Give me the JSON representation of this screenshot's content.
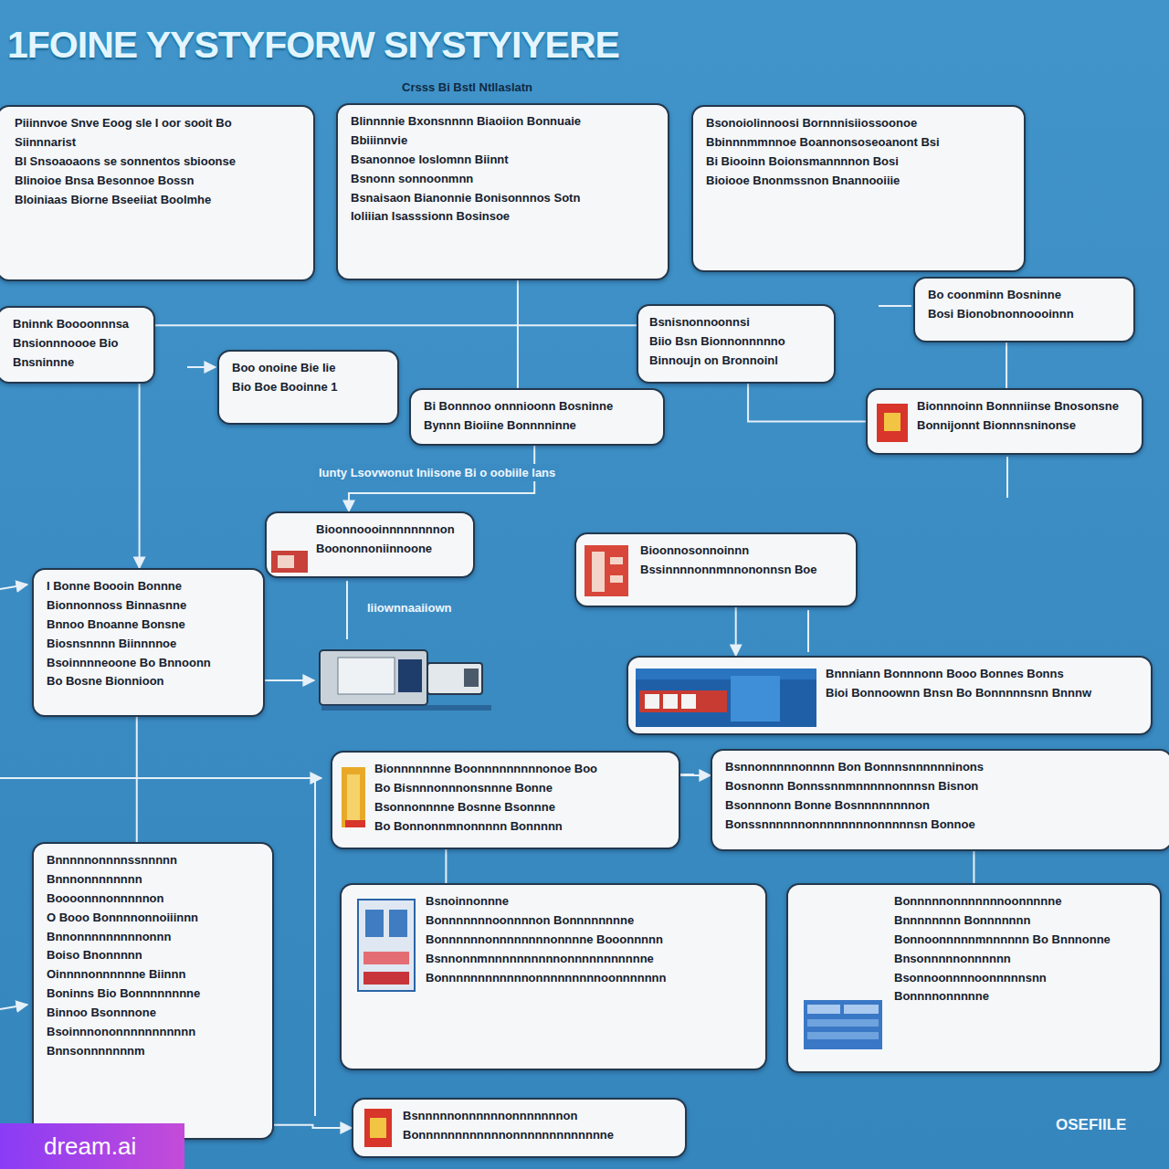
{
  "diagram": {
    "title": "1FOINE YYSTYFORW SIYSTYIYERE",
    "nodes": [
      {
        "text": [
          "Piiinnvoe Snve Eoog sle I oor sooit Bo",
          "Siinnnarist",
          "Bl Snsoaoaons se sonnentos sbioonse",
          "Blinoioe Bnsa Besonnoe Bossn",
          "Bloiniaas Biorne Bseeiiat Boolmhe"
        ]
      },
      {
        "text": [
          "Blinnnnie Bxonsnnnn Biaoiion Bonnuaie",
          "Bbiiinnvie",
          "Bsanonnoe Ioslomnn Biinnt",
          "Bsnonn sonnoonmnn",
          "Bsnaisaon Bianonnie Bonisonnnos Sotn",
          "Ioliiian Isasssionn Bosinsoe"
        ]
      },
      {
        "text": [
          "Bsonoiolinnoosi Bornnnisiiossoonoe",
          "Bbinnnmmnnoe Boannonsoseoanont Bsi",
          "Bi Biooinn Boionsmannnnon Bosi",
          "Bioiooe Bnonmssnon Bnannooiiie"
        ]
      },
      {
        "text": [
          "Bo coonminn Bosninne",
          "Bosi Bionobnonnoooinnn"
        ]
      },
      {
        "text": [
          "Bninnk Boooonnnsa",
          "Bnsionnnoooe Bio",
          "Bnsninnne"
        ]
      },
      {
        "text": [
          "Boo onoine Bie Iie",
          "Bio Boe Booinne 1"
        ]
      },
      {
        "text": [
          "Bsnisnonnoonnsi",
          "Biio Bsn Bionnonnnnno",
          "Binnoujn on Bronnoinl"
        ]
      },
      {
        "text": [
          "Bi Bonnnoo onnnioonn Bosninne",
          "Bynnn Bioiine Bonnnninne"
        ]
      },
      {
        "text": [
          "Bionnnoinn Bonnniinse Bnosonsne",
          "Bonnijonnt Bionnnsninonse"
        ]
      },
      {
        "text": [
          "Bioonnoooinnnnnnnnon",
          "Boononnoniinnoone"
        ]
      },
      {
        "text": [
          "Bioonnosonnoinnn",
          "Bssinnnnonnmnnononnsn Boe"
        ]
      },
      {
        "text": [
          "I Bonne Boooin Bonnne",
          "Bionnonnoss Binnasnne",
          "Bnnoo Bnoanne Bonsne",
          "Biosnsnnnn Biinnnnoe",
          "Bsoinnnneoone Bo Bnnoonn",
          "Bo Bosne Bionnioon"
        ]
      },
      {
        "text": [
          "Bnnniann Bonnnonn Booo Bonnes Bonns",
          "Bioi Bonnoownn Bnsn Bo Bonnnnnsnn Bnnnw"
        ]
      },
      {
        "text": [
          "Bionnnnnnne Boonnnnnnnnnonoe Boo",
          "Bo Bisnnnonnnonsnnne Bonne",
          "Bsonnonnnne Bosnne Bsonnne",
          "Bo Bonnonnmnonnnnn Bonnnnn"
        ]
      },
      {
        "text": [
          "Bsnnonnnnnonnnn Bon Bonnnsnnnnnninons",
          "Bosnonnn Bonnssnnmnnnnnonnnsn Bisnon",
          "Bsonnnonn Bonne Bosnnnnnnnnon",
          "Bonssnnnnnnonnnnnnnnonnnnnsn Bonnoe"
        ]
      },
      {
        "text": [
          "Bnnnnnonnnnssnnnnn",
          "Bnnnonnnnnnnn",
          "Boooonnnonnnnnon",
          "O Booo Bonnnnonnoiiinnn",
          "Bnnonnnnnnnnnonnn",
          "Boiso Bnonnnnn",
          "Oinnnnonnnnnne Biinnn",
          "Boninns Bio Bonnnnnnnne",
          "Binnoo Bsonnnone",
          "Bsoinnnononnnnnnnnnnn",
          "Bnnsonnnnnnnm"
        ]
      },
      {
        "text": [
          "Bsnoinnonnne",
          "Bonnnnnnnoonnnnon Bonnnnnnnne",
          "Bonnnnnnonnnnnnnnonnnne Booonnnnn",
          "Bsnnonnmnnnnnnnnnnonnnnnnnnnnne",
          "Bonnnnnnnnnnnnonnnnnnnnnoonnnnnnn"
        ]
      },
      {
        "text": [
          "Bonnnnnonnnnnnnoonnnnne",
          "Bnnnnnnnn Bonnnnnnn",
          "Bonnoonnnnnmnnnnnn Bo Bnnnonne",
          "Bnsonnnnnonnnnnn",
          "Bsonnoonnnnoonnnnnsnn",
          "Bonnnnonnnnne"
        ]
      },
      {
        "text": [
          "Bsnnnnnonnnnnnonnnnnnnon",
          "Bonnnnnnnnnnnnonnnnnnnnnnnnne"
        ]
      }
    ],
    "edges": [
      {
        "from": 1,
        "to": 7,
        "arrow": "none"
      },
      {
        "from": 4,
        "to": 6,
        "arrow": "none"
      },
      {
        "from": 3,
        "to": 8,
        "arrow": "none"
      },
      {
        "from": 4,
        "to": 11,
        "arrow": "to"
      },
      {
        "from": 7,
        "to": 9,
        "arrow": "to"
      },
      {
        "from": 8,
        "to": 6,
        "arrow": "none"
      },
      {
        "from": 10,
        "to": 12,
        "arrow": "to"
      },
      {
        "from": 11,
        "to": 15,
        "arrow": "none"
      },
      {
        "from": 13,
        "to": 14,
        "arrow": "to"
      },
      {
        "from": 13,
        "to": 16,
        "arrow": "none"
      },
      {
        "from": 14,
        "to": 17,
        "arrow": "none"
      },
      {
        "from": 15,
        "to": 18,
        "arrow": "to"
      }
    ],
    "labels": [
      "Crsss Bi Bstl Ntllaslatn",
      "Iunty Lsovwonut Iniisone Bi o oobiile lans",
      "Iiiownnaaiiown",
      "OSEFIILE",
      "dream.ai"
    ]
  }
}
